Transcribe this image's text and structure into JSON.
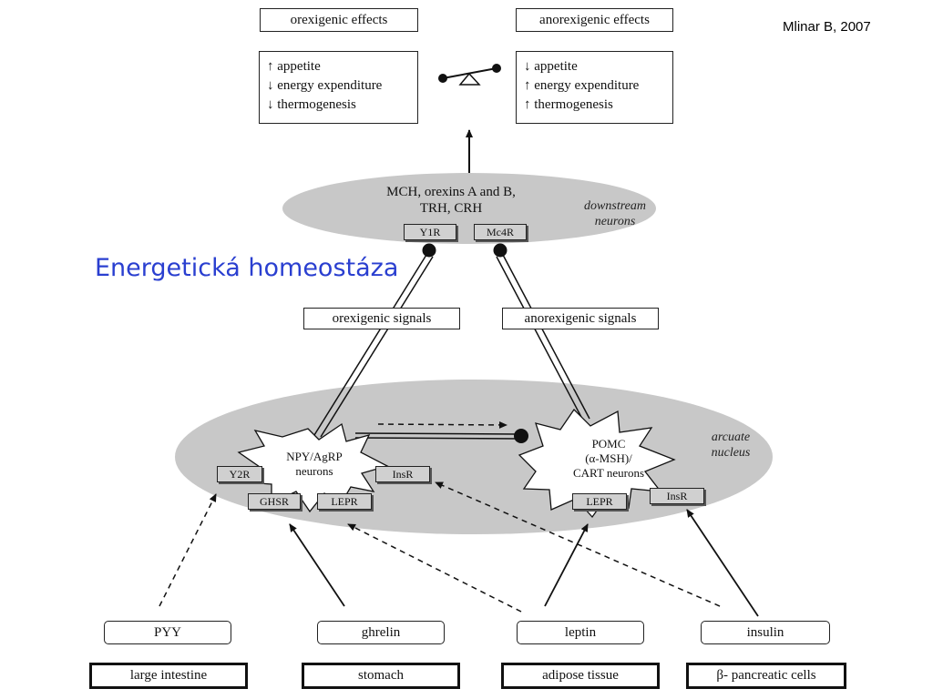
{
  "title": "Energetická homeostáza",
  "citation": "Mlinar B, 2007",
  "effects": {
    "orexigenic_header": "orexigenic effects",
    "anorexigenic_header": "anorexigenic effects",
    "orexigenic_items": [
      "↑ appetite",
      "↓ energy expenditure",
      "↓ thermogenesis"
    ],
    "anorexigenic_items": [
      "↓ appetite",
      "↑ energy expenditure",
      "↑ thermogenesis"
    ]
  },
  "downstream": {
    "line1": "MCH, orexins A and B,",
    "line2": "TRH, CRH",
    "label_line1": "downstream",
    "label_line2": "neurons",
    "receptors": [
      "Y1R",
      "Mc4R"
    ]
  },
  "signals": {
    "orexigenic": "orexigenic signals",
    "anorexigenic": "anorexigenic signals"
  },
  "arcuate": {
    "label_line1": "arcuate",
    "label_line2": "nucleus",
    "npy_line1": "NPY/AgRP",
    "npy_line2": "neurons",
    "pomc_line1": "POMC",
    "pomc_line2": "(α-MSH)/",
    "pomc_line3": "CART neurons",
    "npy_receptors": [
      "Y2R",
      "InsR",
      "GHSR",
      "LEPR"
    ],
    "pomc_receptors": [
      "LEPR",
      "InsR"
    ]
  },
  "hormones": [
    "PYY",
    "ghrelin",
    "leptin",
    "insulin"
  ],
  "sources": [
    "large intestine",
    "stomach",
    "adipose tissue",
    "β- pancreatic cells"
  ],
  "colors": {
    "ellipse_fill": "#c8c8c8",
    "title": "#2a3fd0",
    "receptor_fill": "#d0d0d0"
  }
}
